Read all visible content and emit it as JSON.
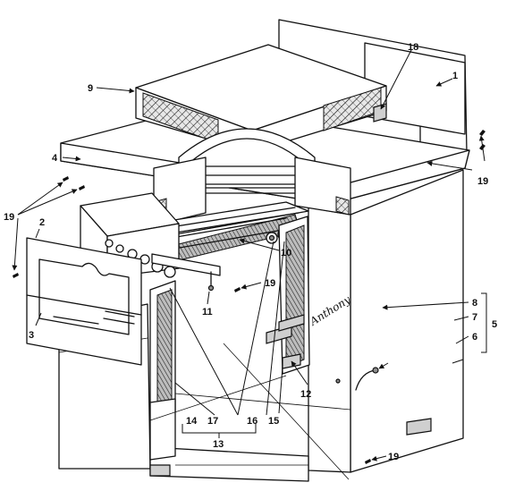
{
  "diagram": {
    "callouts": {
      "c1": "1",
      "c2": "2",
      "c3": "3",
      "c4": "4",
      "c5": "5",
      "c6": "6",
      "c7": "7",
      "c8": "8",
      "c9": "9",
      "c10": "10",
      "c11": "11",
      "c12": "12",
      "c13": "13",
      "c14": "14",
      "c15": "15",
      "c16": "16",
      "c17": "17",
      "c18": "18",
      "c19a": "19",
      "c19b": "19",
      "c19c": "19",
      "c19d": "19"
    },
    "brand_mark": "Anthony"
  }
}
